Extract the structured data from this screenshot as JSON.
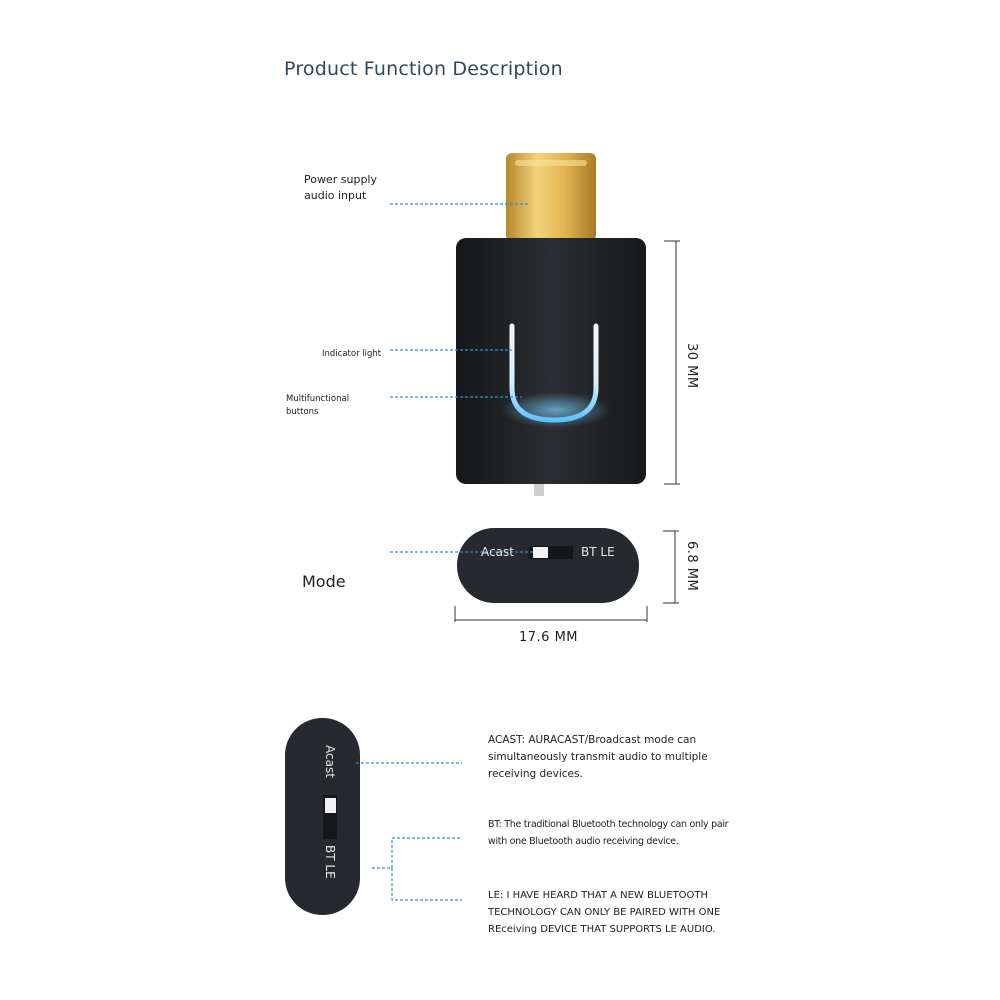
{
  "title": "Product Function Description",
  "labels": {
    "power": [
      "Power supply",
      "audio input"
    ],
    "indicator": "Indicator light",
    "multi": [
      "Multifunctional",
      "buttons"
    ],
    "mode": "Mode"
  },
  "dimensions": {
    "height": "30 MM",
    "thickness": "6.8 MM",
    "width": "17.6 MM"
  },
  "switch": {
    "left": "Acast",
    "right": "BT LE"
  },
  "descriptions": {
    "acast": [
      "ACAST: AURACAST/Broadcast mode can",
      "simultaneously transmit audio to multiple",
      "receiving devices."
    ],
    "bt": [
      "BT: The traditional Bluetooth technology can only pair",
      "with one Bluetooth audio receiving device."
    ],
    "le": [
      "LE: I HAVE HEARD THAT A NEW BLUETOOTH",
      "TECHNOLOGY CAN ONLY BE PAIRED WITH ONE",
      "REceiving DEVICE THAT SUPPORTS LE AUDIO."
    ]
  },
  "colors": {
    "leader": "#2e8fd0",
    "body": "#1f2226",
    "connector": "#d9a845",
    "glow": "#8fd4ff"
  }
}
